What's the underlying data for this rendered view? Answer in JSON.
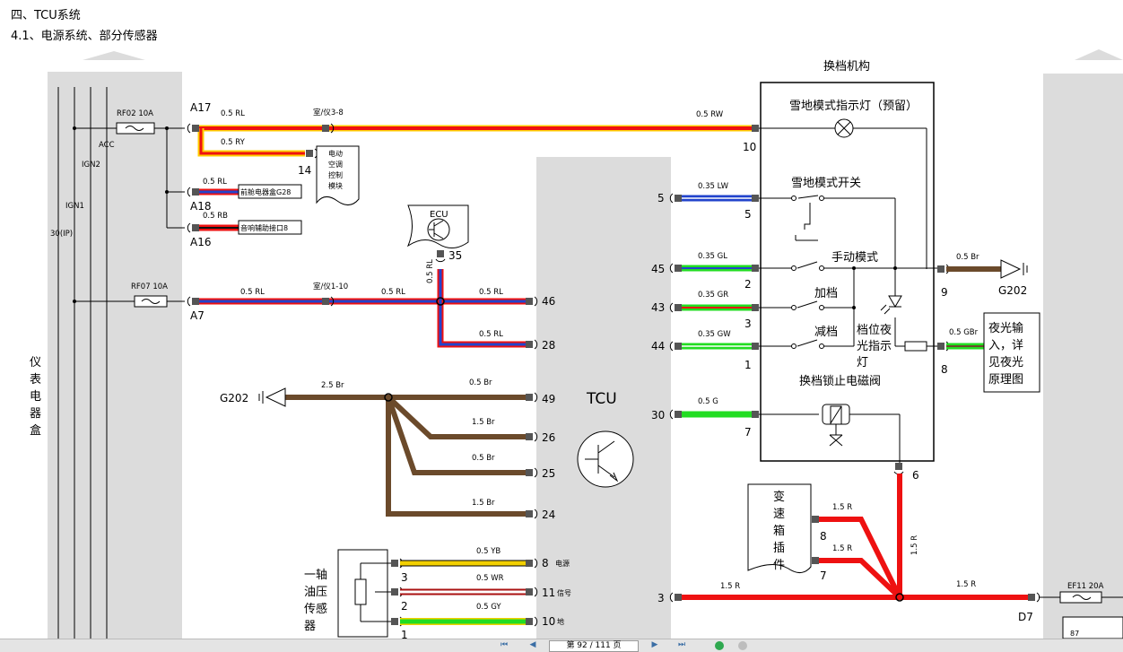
{
  "header": {
    "section_title": "四、TCU系统",
    "subsection_title": "4.1、电源系统、部分传感器"
  },
  "left_panel": {
    "title_chars": [
      "仪",
      "表",
      "电",
      "器",
      "盒"
    ],
    "bus_labels": {
      "acc": "ACC",
      "ign2": "IGN2",
      "ign1": "IGN1",
      "b30": "30(IP)"
    },
    "fuse_rf02": "RF02  10A",
    "fuse_rf07": "RF07  10A"
  },
  "connectors": {
    "a17": "A17",
    "a18": "A18",
    "a16": "A16",
    "a7": "A7",
    "p14": "14",
    "p35": "35",
    "p10": "10",
    "p5": "5",
    "p2": "2",
    "p3": "3",
    "p1": "1",
    "p9": "9",
    "p8": "8",
    "p7": "7",
    "p6": "6",
    "d7": "D7",
    "p87": "87"
  },
  "wires": {
    "w_05rl_a17": "0.5 RL",
    "w_shi_yi_3_8": "室/仪3-8",
    "w_05ry": "0.5 RY",
    "w_05rw": "0.5 RW",
    "w_05rl_a18": "0.5 RL",
    "w_05rb": "0.5 RB",
    "w_05rl_a7": "0.5 RL",
    "w_shi_yi_1_10": "室/仪1-10",
    "w_05rl_mid": "0.5 RL",
    "w_05rl_46": "0.5 RL",
    "w_05rl_28": "0.5 RL",
    "w_05rl_ecu": "0.5 RL",
    "w_25br": "2.5 Br",
    "w_05br_49": "0.5 Br",
    "w_15br_26": "1.5 Br",
    "w_05br_25": "0.5 Br",
    "w_15br_24": "1.5 Br",
    "w_05yb": "0.5 YB",
    "w_05wr": "0.5 WR",
    "w_05gy": "0.5 GY",
    "w_035lw": "0.35 LW",
    "w_035gl": "0.35 GL",
    "w_035gr": "0.35 GR",
    "w_035gw": "0.35 GW",
    "w_05g": "0.5 G",
    "w_05br_g202": "0.5 Br",
    "w_05gbr": "0.5 GBr",
    "w_15r_8": "1.5 R",
    "w_15r_7": "1.5 R",
    "w_15r_3": "1.5 R",
    "w_15r_d7": "1.5 R",
    "w_15r_vert": "1.5 R"
  },
  "boxes": {
    "hvac_module": [
      "电动",
      "空调",
      "控制",
      "模块"
    ],
    "cabin_box": "前舱电器盒G28",
    "audio_port": "音响辅助接口8",
    "ecu": "ECU",
    "gearbox_connector": [
      "变",
      "速",
      "箱",
      "插",
      "件"
    ],
    "night_light": [
      "夜光输",
      "入，详",
      "见夜光",
      "原理图"
    ],
    "fuse_ef11": "EF11  20A"
  },
  "tcu": {
    "title": "TCU",
    "pins": [
      "46",
      "28",
      "49",
      "26",
      "25",
      "24",
      "8",
      "11",
      "10"
    ],
    "pin_notes": {
      "p8": "电源",
      "p11": "信号",
      "p10": "地"
    },
    "left_pins": [
      "5",
      "45",
      "43",
      "44",
      "30",
      "3"
    ]
  },
  "ground": {
    "left": "G202",
    "right": "G202"
  },
  "sensor": {
    "title": [
      "一轴",
      "油压",
      "传感",
      "器"
    ],
    "pins": [
      "3",
      "2",
      "1"
    ]
  },
  "shifter": {
    "title": "换档机构",
    "snow_lamp": "雪地模式指示灯（预留）",
    "snow_switch": "雪地模式开关",
    "manual_mode": "手动模式",
    "upshift": "加档",
    "downshift": "减档",
    "night_indicator": [
      "档位夜",
      "光指示",
      "灯"
    ],
    "lock_solenoid": "换档锁止电磁阀"
  },
  "footer": {
    "page_text": "第 92 / 111 页",
    "nav_glyphs": [
      "⏮",
      "◀",
      "▶",
      "⏭"
    ]
  },
  "colors": {
    "red": "#ee1111",
    "blue": "#2244cc",
    "yellow": "#f2d000",
    "green": "#22dd22",
    "brown": "#6b4a2b",
    "gray_panel": "#dcdcdc"
  }
}
